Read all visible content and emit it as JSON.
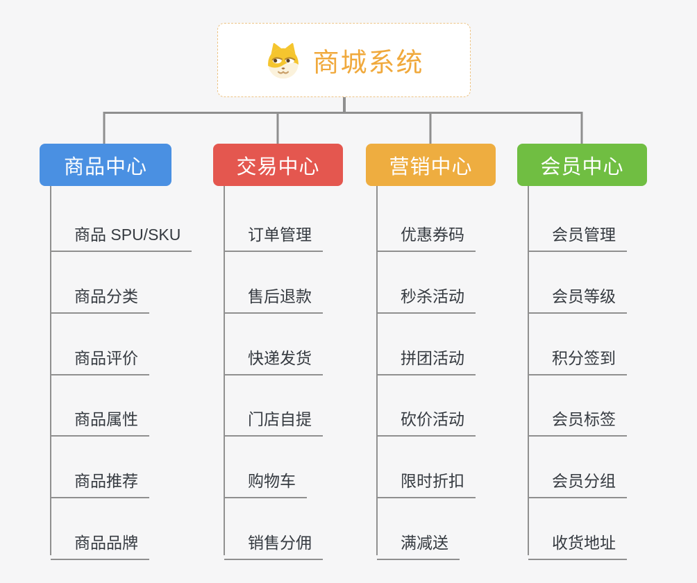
{
  "root": {
    "title": "商城系统",
    "title_color": "#F0A93C",
    "icon": "dog-face-icon"
  },
  "connector_color": "#8f8f8f",
  "branches": [
    {
      "label": "商品中心",
      "color": "#4A90E2",
      "items": [
        "商品 SPU/SKU",
        "商品分类",
        "商品评价",
        "商品属性",
        "商品推荐",
        "商品品牌"
      ]
    },
    {
      "label": "交易中心",
      "color": "#E4574F",
      "items": [
        "订单管理",
        "售后退款",
        "快递发货",
        "门店自提",
        "购物车",
        "销售分佣"
      ]
    },
    {
      "label": "营销中心",
      "color": "#EEAD40",
      "items": [
        "优惠券码",
        "秒杀活动",
        "拼团活动",
        "砍价活动",
        "限时折扣",
        "满减送"
      ]
    },
    {
      "label": "会员中心",
      "color": "#70BE42",
      "items": [
        "会员管理",
        "会员等级",
        "积分签到",
        "会员标签",
        "会员分组",
        "收货地址"
      ]
    }
  ]
}
